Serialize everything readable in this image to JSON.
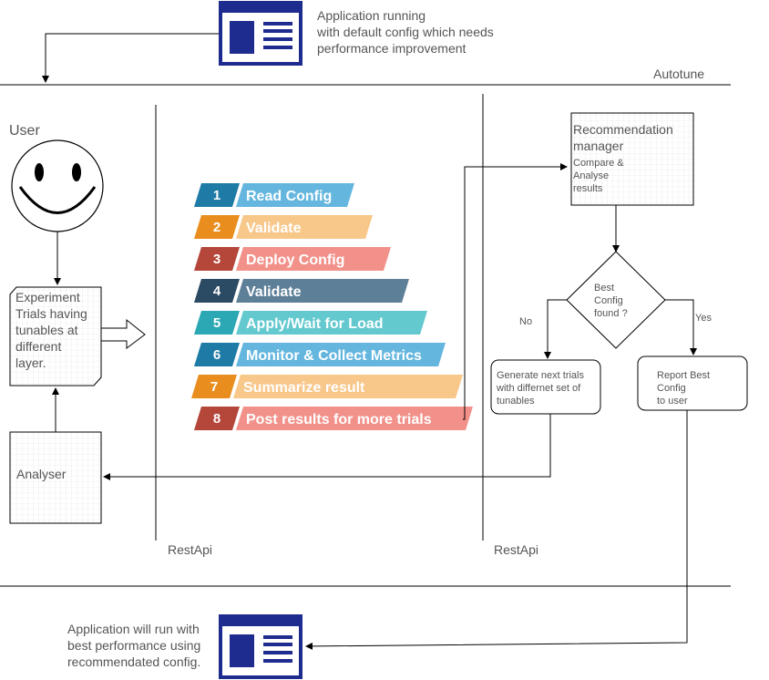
{
  "top_app": {
    "caption_line1": "Application running",
    "caption_line2": "with default config which needs",
    "caption_line3": "performance improvement"
  },
  "autotune_label": "Autotune",
  "user_label": "User",
  "experiment_box": {
    "line1": "Experiment",
    "line2": "Trials having",
    "line3": "tunables at",
    "line4": "different",
    "line5": "layer."
  },
  "analyser_label": "Analyser",
  "restapi_left": "RestApi",
  "restapi_right": "RestApi",
  "steps": [
    {
      "num": "1",
      "label": "Read Config",
      "dark": "#1E7BA6",
      "light": "#64B6DE"
    },
    {
      "num": "2",
      "label": "Validate",
      "dark": "#E98E1E",
      "light": "#F8C78A"
    },
    {
      "num": "3",
      "label": "Deploy Config",
      "dark": "#B4463A",
      "light": "#F2918A"
    },
    {
      "num": "4",
      "label": "Validate",
      "dark": "#2B4A63",
      "light": "#5E7F98"
    },
    {
      "num": "5",
      "label": "Apply/Wait for Load",
      "dark": "#2BA8B4",
      "light": "#63C9CF"
    },
    {
      "num": "6",
      "label": "Monitor & Collect Metrics",
      "dark": "#1E7BA6",
      "light": "#64B6DE"
    },
    {
      "num": "7",
      "label": "Summarize result",
      "dark": "#E98E1E",
      "light": "#F8C78A"
    },
    {
      "num": "8",
      "label": "Post results for more trials",
      "dark": "#B4463A",
      "light": "#F2918A"
    }
  ],
  "recommendation": {
    "line1": "Recommendation",
    "line2": "manager",
    "line3": "Compare &",
    "line4": "Analyse",
    "line5": "results"
  },
  "decision": {
    "line1": "Best",
    "line2": "Config",
    "line3": "found ?",
    "no_label": "No",
    "yes_label": "Yes"
  },
  "generate_box": {
    "line1": "Generate next trials",
    "line2": "with differnet set of",
    "line3": "tunables"
  },
  "report_box": {
    "line1": "Report Best",
    "line2": "Config",
    "line3": "to user"
  },
  "bottom_app": {
    "caption_line1": "Application will run with",
    "caption_line2": "best performance using",
    "caption_line3": "recommendated config."
  },
  "colors": {
    "app_icon": "#1E2C8F",
    "line": "#000000",
    "text": "#555555"
  }
}
